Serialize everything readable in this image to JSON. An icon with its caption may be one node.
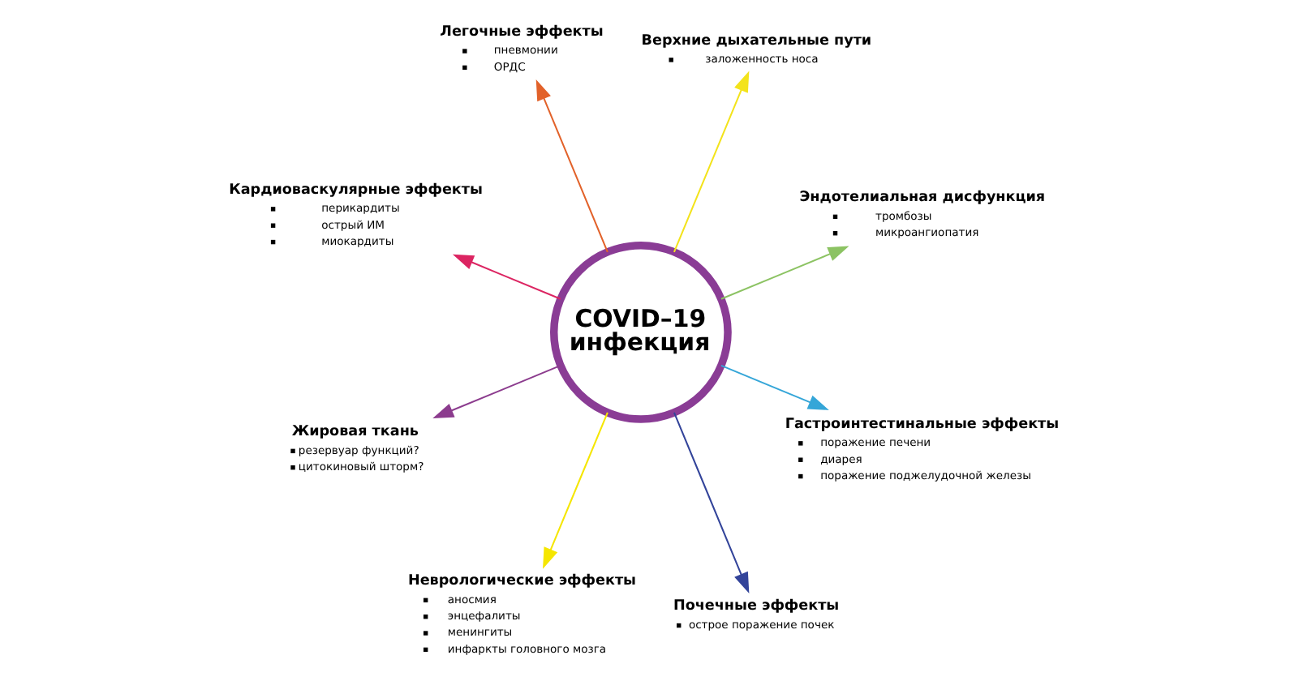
{
  "diagram": {
    "nodes": [
      {
        "text": [
          "COVID–19 инфекция"
        ]
      },
      {
        "text": [
          "Верхние дыхательные пути",
          "заложенность носа"
        ]
      },
      {
        "text": [
          "Эндотелиальная дисфункция",
          "тромбозы",
          "микроангиопатия"
        ]
      },
      {
        "text": [
          "Легочные эффекты",
          "пневмонии",
          "ОРДС"
        ]
      },
      {
        "text": [
          "Гастроинтестинальные эффекты",
          "поражение печени",
          "диарея",
          "поражение поджелудочной железы"
        ]
      },
      {
        "text": [
          "Кардиоваскулярные эффекты",
          "перикардиты",
          "острый ИМ",
          "миокардиты"
        ]
      },
      {
        "text": [
          "Почечные эффекты",
          "острое поражение почек"
        ]
      },
      {
        "text": [
          "Жировая ткань",
          "резервуар функций?",
          "цитокиновый шторм?"
        ]
      },
      {
        "text": [
          "Неврологические эффекты",
          "аносмия",
          "энцефалиты",
          "менингиты",
          "инфаркты головного мозга"
        ]
      }
    ],
    "edges": [
      {
        "from": 0,
        "to": 1,
        "arrow": "to",
        "color": "#f3e31b"
      },
      {
        "from": 0,
        "to": 2,
        "arrow": "to",
        "color": "#8cc363"
      },
      {
        "from": 0,
        "to": 3,
        "arrow": "to",
        "color": "#e2622a"
      },
      {
        "from": 0,
        "to": 4,
        "arrow": "to",
        "color": "#35a6d8"
      },
      {
        "from": 0,
        "to": 5,
        "arrow": "to",
        "color": "#dc2562"
      },
      {
        "from": 0,
        "to": 6,
        "arrow": "to",
        "color": "#33449a"
      },
      {
        "from": 0,
        "to": 7,
        "arrow": "to",
        "color": "#8c3c8e"
      },
      {
        "from": 0,
        "to": 8,
        "arrow": "to",
        "color": "#f5e600"
      }
    ]
  }
}
